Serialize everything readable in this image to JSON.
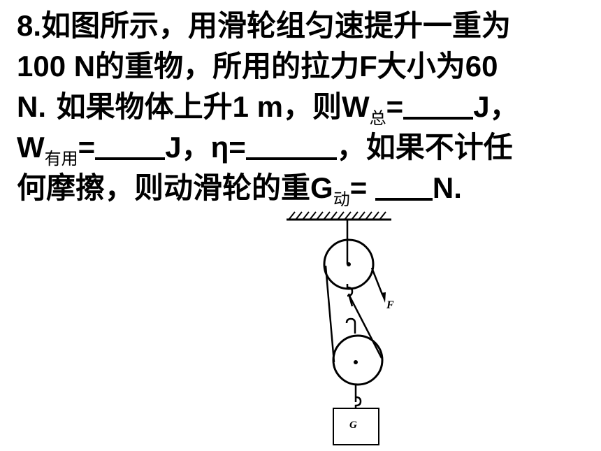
{
  "problem": {
    "line1": {
      "number": "8.",
      "text": "如图所示，用滑轮组匀速提升一重为"
    },
    "line2": {
      "weight": "100 N",
      "text_a": "的重物，所用的拉力",
      "force_symbol": "F",
      "text_b": "大小为",
      "force_value": "60"
    },
    "line3": {
      "unit": "N.",
      "text_a": " 如果物体上升",
      "height": "1 m",
      "text_b": "，则",
      "w_total_symbol": "W",
      "w_total_sub": "总",
      "equals": "=",
      "unit_j": "J",
      "comma": "，"
    },
    "line4": {
      "w_useful_symbol": "W",
      "w_useful_sub": "有用",
      "equals": "=",
      "unit_j": "J",
      "comma": "，",
      "eta": "η=",
      "text_b": "，如果不计任"
    },
    "line5": {
      "text_a": "何摩擦，则动滑轮的重",
      "g_symbol": "G",
      "g_sub": "动",
      "equals": "= ",
      "unit_n": "N."
    }
  },
  "figure": {
    "force_label": "F",
    "weight_label": "G"
  }
}
